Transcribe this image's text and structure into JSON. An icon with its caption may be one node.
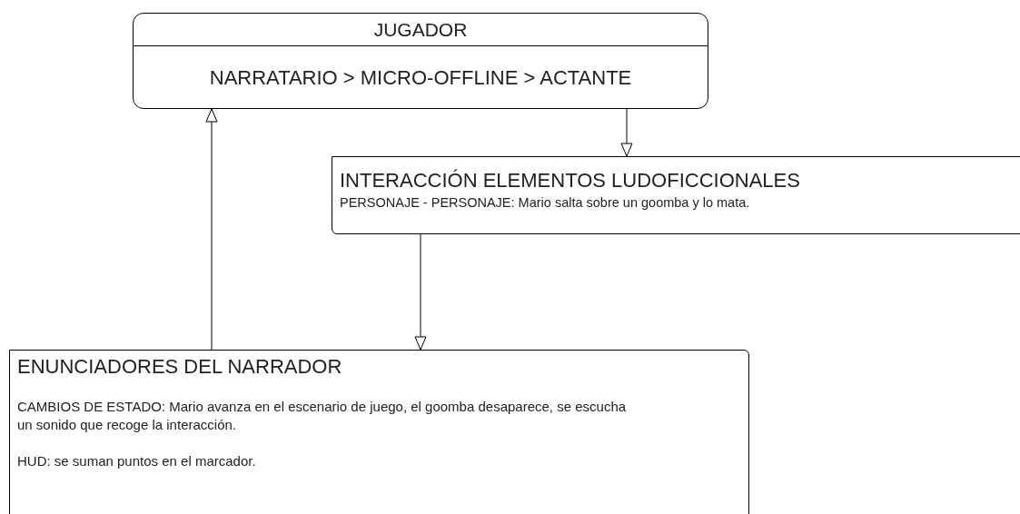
{
  "diagram": {
    "nodes": [
      {
        "text": [
          "JUGADOR",
          "NARRATARIO > MICRO-OFFLINE > ACTANTE"
        ]
      },
      {
        "text": [
          "INTERACCIÓN ELEMENTOS LUDOFICCIONALES",
          "PERSONAJE - PERSONAJE: Mario salta sobre un goomba y lo mata."
        ]
      },
      {
        "text": [
          "ENUNCIADORES DEL NARRADOR",
          "CAMBIOS DE ESTADO: Mario avanza en el escenario de juego, el goomba desaparece, se escucha un sonido que recoge la interacción.",
          "HUD: se suman puntos en el marcador."
        ]
      }
    ],
    "edges": [
      {
        "from": 0,
        "to": 1,
        "arrow": "to"
      },
      {
        "from": 1,
        "to": 2,
        "arrow": "to"
      },
      {
        "from": 2,
        "to": 0,
        "arrow": "to"
      }
    ]
  }
}
